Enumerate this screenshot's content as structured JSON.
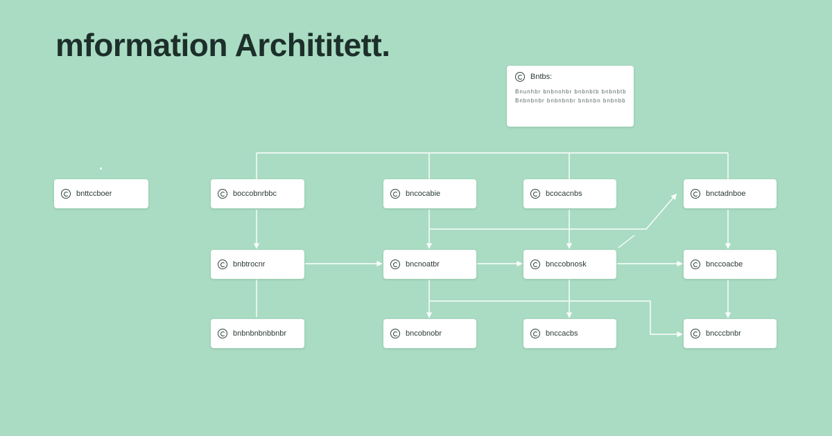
{
  "title": "mformation Archititett.",
  "info_card": {
    "icon": "info-circle-icon",
    "title": "Bntbs:",
    "lines": [
      "Bnunhbr bnbnohbr bnbnbtb bnbnbtb",
      "Bnbnbnbr bnbnbnbr bnbnbn bnbnbb"
    ]
  },
  "nodes": [
    {
      "id": "n1",
      "label": "bnttccboer",
      "icon": "circle-icon"
    },
    {
      "id": "n2",
      "label": "boccobnrbbc",
      "icon": "circle-icon"
    },
    {
      "id": "n3",
      "label": "bncocabie",
      "icon": "circle-icon"
    },
    {
      "id": "n4",
      "label": "bcocacnbs",
      "icon": "circle-icon"
    },
    {
      "id": "n5",
      "label": "bnctadnboe",
      "icon": "circle-icon"
    },
    {
      "id": "n6",
      "label": "bnbtrocnr",
      "icon": "circle-icon"
    },
    {
      "id": "n7",
      "label": "bncnoatbr",
      "icon": "circle-icon"
    },
    {
      "id": "n8",
      "label": "bnccobnosk",
      "icon": "circle-icon"
    },
    {
      "id": "n9",
      "label": "bnccoacbe",
      "icon": "circle-icon"
    },
    {
      "id": "n10",
      "label": "bnbnbnbnbbnbr",
      "icon": "circle-icon"
    },
    {
      "id": "n11",
      "label": "bncobnobr",
      "icon": "circle-icon"
    },
    {
      "id": "n12",
      "label": "bnccacbs",
      "icon": "circle-icon"
    },
    {
      "id": "n13",
      "label": "bncccbnbr",
      "icon": "circle-icon"
    }
  ],
  "colors": {
    "background": "#a9dcc3",
    "node_fill": "#ffffff",
    "connector": "#ffffff",
    "title_text": "#1d2f2a"
  }
}
